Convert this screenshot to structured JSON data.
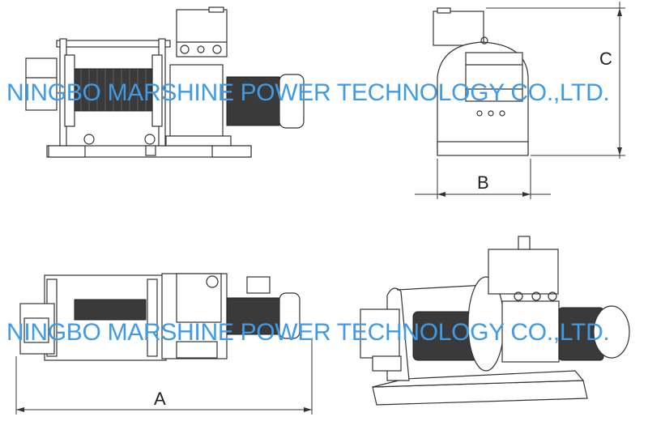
{
  "watermark": {
    "text_top": "NINGBO MARSHINE POWER TECHNOLOGY CO.,LTD.",
    "text_bottom": "NINGBO MARSHINE POWER TECHNOLOGY CO.,LTD.",
    "color": "#3f9be6"
  },
  "dimensions": {
    "length_label": "A",
    "width_label": "B",
    "height_label": "C"
  },
  "views": [
    "front-view",
    "side-view",
    "top-view",
    "isometric-view"
  ]
}
